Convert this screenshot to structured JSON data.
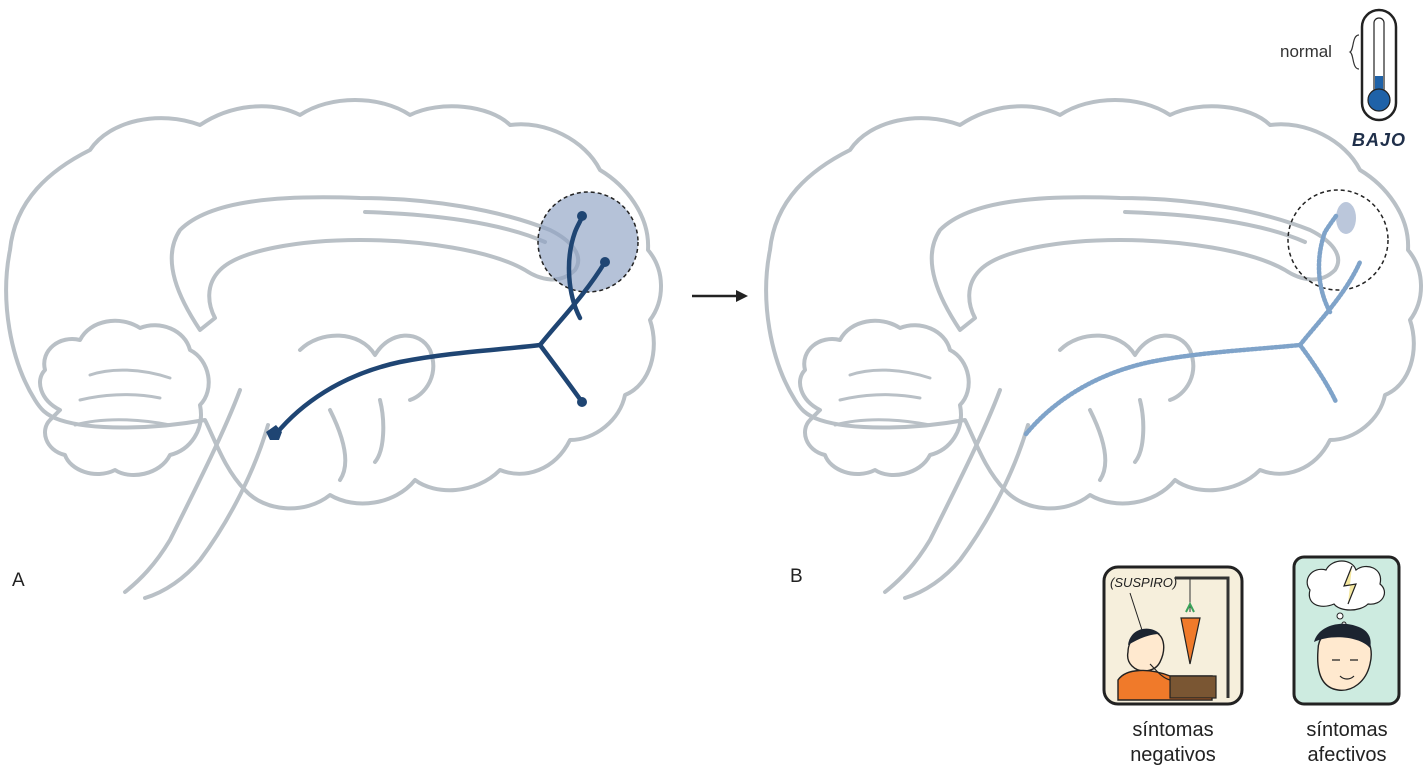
{
  "panels": {
    "a": {
      "label": "A"
    },
    "b": {
      "label": "B"
    }
  },
  "thermometer": {
    "normal_label": "normal",
    "level_label": "BAJO"
  },
  "cartoons": {
    "negative": {
      "thought_text": "(SUSPIRO)",
      "caption_line1": "síntomas",
      "caption_line2": "negativos"
    },
    "affective": {
      "caption_line1": "síntomas",
      "caption_line2": "afectivos"
    }
  },
  "colors": {
    "brain_outline": "#b9c0c6",
    "pathway_active": "#1f4573",
    "pathway_reduced": "#7fa3c9",
    "region_fill": "#8da1c3",
    "negative_bg": "#f6efdc",
    "affective_bg": "#cdebe0"
  }
}
